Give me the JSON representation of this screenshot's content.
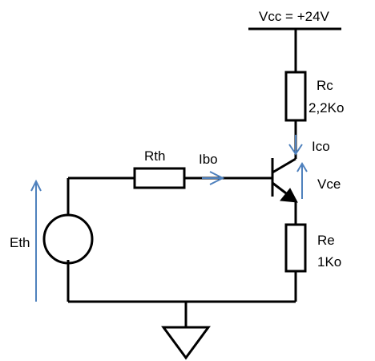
{
  "labels": {
    "vcc": "Vcc = +24V",
    "rc_name": "Rc",
    "rc_value": "2,2Ko",
    "ico": "Ico",
    "vce": "Vce",
    "rth": "Rth",
    "ibo": "Ibo",
    "eth": "Eth",
    "re_name": "Re",
    "re_value": "1Ko"
  },
  "colors": {
    "wire": "#000000",
    "annotation": "#4f81bd"
  }
}
